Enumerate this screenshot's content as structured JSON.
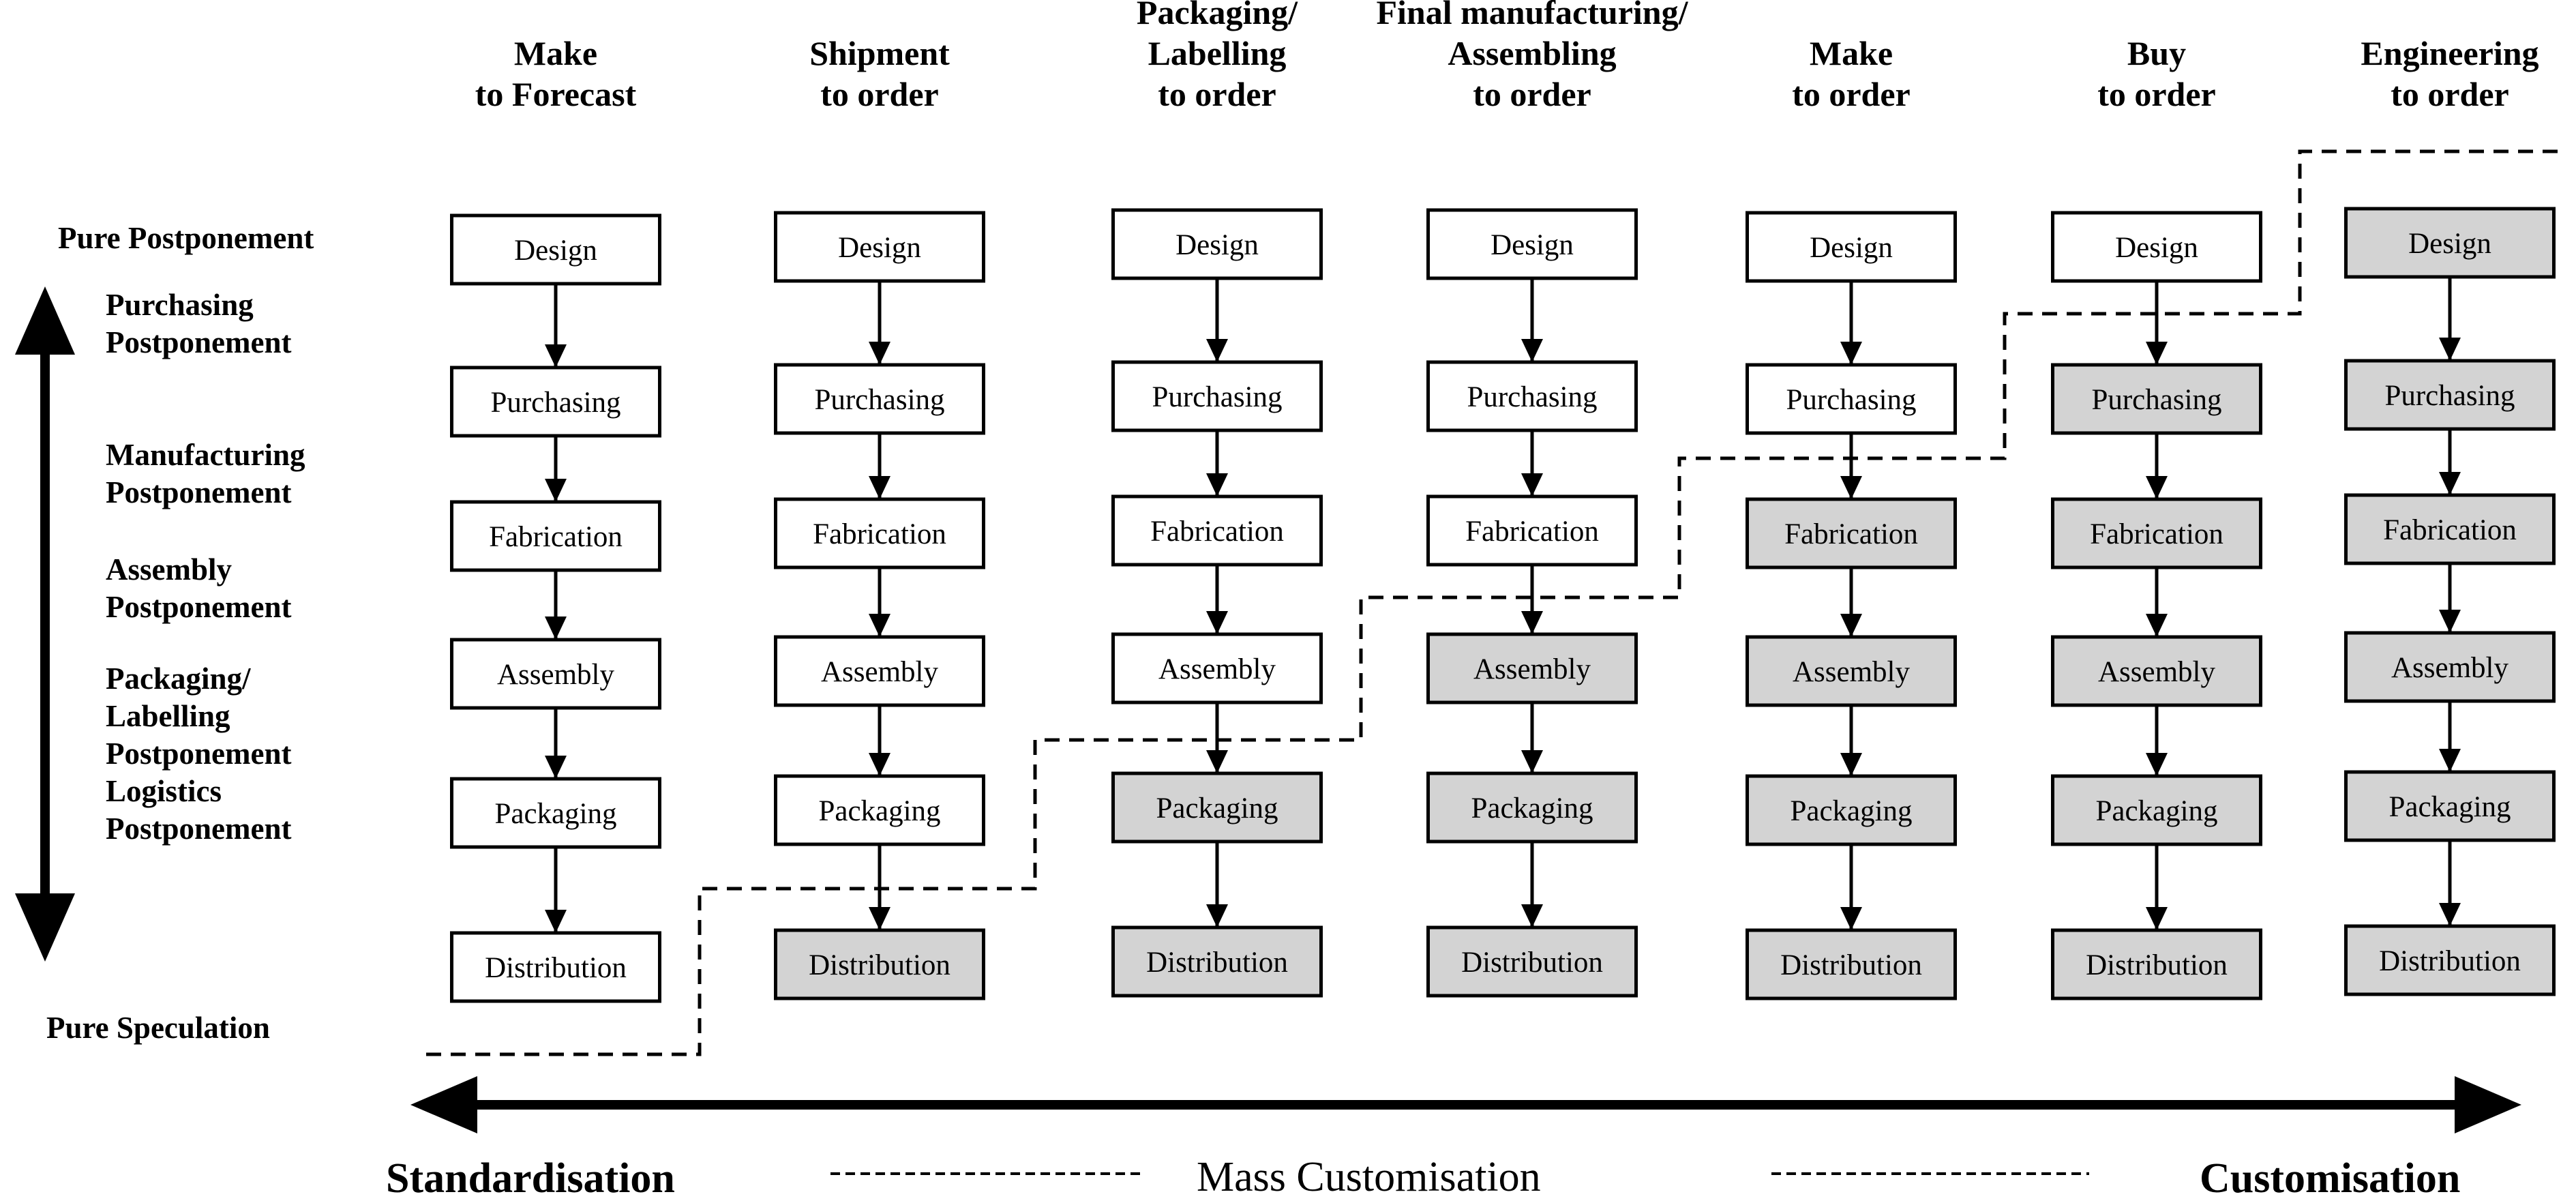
{
  "columns": [
    {
      "title": [
        "Make",
        "to Forecast"
      ],
      "customised_from": 6
    },
    {
      "title": [
        "Shipment",
        "to order"
      ],
      "customised_from": 5
    },
    {
      "title": [
        "Packaging/",
        "Labelling",
        "to order"
      ],
      "customised_from": 4
    },
    {
      "title": [
        "Final manufacturing/",
        "Assembling",
        "to order"
      ],
      "customised_from": 3
    },
    {
      "title": [
        "Make",
        "to order"
      ],
      "customised_from": 2
    },
    {
      "title": [
        "Buy",
        "to order"
      ],
      "customised_from": 1
    },
    {
      "title": [
        "Engineering",
        "to order"
      ],
      "customised_from": 0
    }
  ],
  "stages": [
    "Design",
    "Purchasing",
    "Fabrication",
    "Assembly",
    "Packaging",
    "Distribution"
  ],
  "postponement_levels": {
    "top": "Pure Postponement",
    "items": [
      [
        "Purchasing",
        "Postponement"
      ],
      [
        "Manufacturing",
        "Postponement"
      ],
      [
        "Assembly",
        "Postponement"
      ],
      [
        "Packaging/",
        "Labelling",
        "Postponement"
      ],
      [
        "Logistics",
        "Postponement"
      ]
    ],
    "bottom": "Pure Speculation"
  },
  "bottom_axis": {
    "left": "Standardisation",
    "middle": "Mass Customisation",
    "right": "Customisation"
  },
  "colors": {
    "customised_fill": "#d3d3d3",
    "standard_fill": "#ffffff",
    "line": "#000000"
  }
}
